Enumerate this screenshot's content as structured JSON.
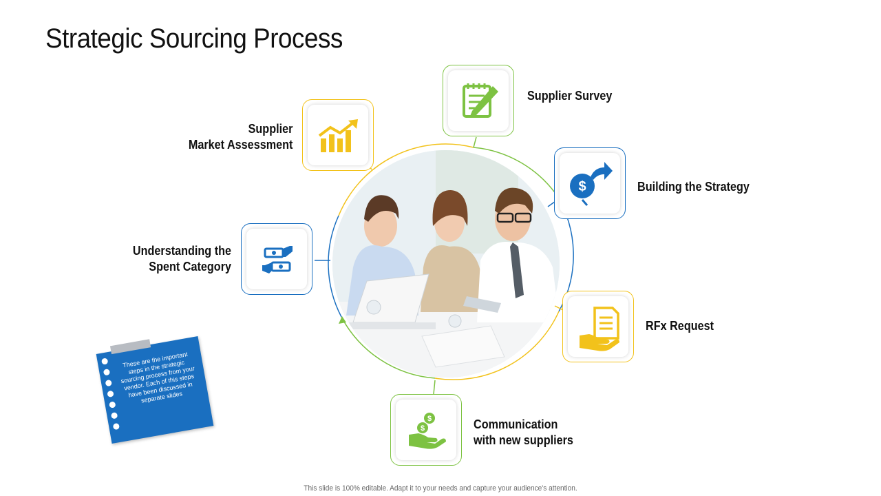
{
  "title": "Strategic Sourcing Process",
  "steps": [
    {
      "label_lines": [
        "Supplier Survey"
      ],
      "icon": "notepad-pencil-icon",
      "color": "#7dc242"
    },
    {
      "label_lines": [
        "Building the Strategy"
      ],
      "icon": "dollar-search-arrow-icon",
      "color": "#1a6fc0"
    },
    {
      "label_lines": [
        "RFx Request"
      ],
      "icon": "document-hand-icon",
      "color": "#f2c21b"
    },
    {
      "label_lines": [
        "Communication",
        "with new suppliers"
      ],
      "icon": "coins-hand-icon",
      "color": "#7dc242"
    },
    {
      "label_lines": [
        "Understanding the",
        "Spent Category"
      ],
      "icon": "money-exchange-icon",
      "color": "#1a6fc0"
    },
    {
      "label_lines": [
        "Supplier",
        "Market Assessment"
      ],
      "icon": "growth-chart-icon",
      "color": "#f2c21b"
    }
  ],
  "center_image": "business-team-meeting-photo",
  "note": {
    "text": "These are the important steps in the strategic sourcing process from your vendor. Each of this steps have been discussed in separate slides",
    "color": "#1a6fc0"
  },
  "footer": "This slide is 100% editable. Adapt it to your needs and capture your audience's attention."
}
